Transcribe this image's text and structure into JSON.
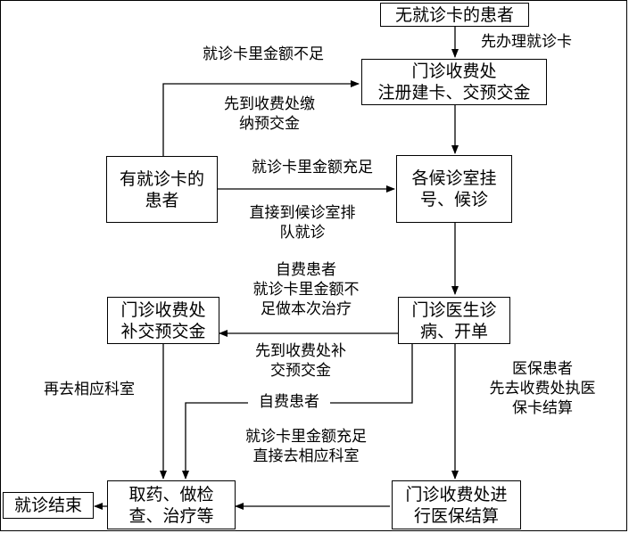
{
  "boxes": {
    "no_card": "无就诊卡的患者",
    "register": [
      "门诊收费处",
      "注册建卡、交预交金"
    ],
    "has_card": [
      "有就诊卡的",
      "患者"
    ],
    "waiting": [
      "各候诊室挂",
      "号、候诊"
    ],
    "supplement": [
      "门诊收费处",
      "补交预交金"
    ],
    "doctor": [
      "门诊医生诊",
      "病、开单"
    ],
    "treatment": [
      "取药、做检",
      "查、治疗等"
    ],
    "end": "就诊结束",
    "insurance": [
      "门诊收费处进",
      "行医保结算"
    ]
  },
  "labels": {
    "get_card_first": "先办理就诊卡",
    "insufficient": "就诊卡里金额不足",
    "pay_first": [
      "先到收费处缴",
      "纳预交金"
    ],
    "sufficient": "就诊卡里金额充足",
    "direct_queue": [
      "直接到候诊室排",
      "队就诊"
    ],
    "self_pay_insufficient": [
      "自费患者",
      "就诊卡里金额不",
      "足做本次治疗"
    ],
    "supplement_first": [
      "先到收费处补",
      "交预交金"
    ],
    "redo_dept": "再去相应科室",
    "self_pay": "自费患者",
    "sufficient_direct": [
      "就诊卡里金额充足",
      "直接去相应科室"
    ],
    "insurance_patient": [
      "医保患者",
      "先去收费处执医",
      "保卡结算"
    ]
  }
}
